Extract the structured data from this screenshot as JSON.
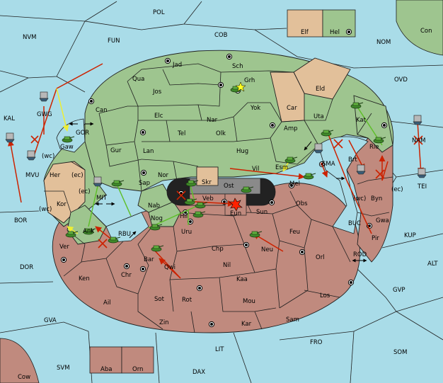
{
  "map": {
    "colors": {
      "water": "#a9dce8",
      "green": "#9ec58f",
      "red": "#c08a7e",
      "tan": "#e2c09a",
      "strait": "#222222",
      "ost": "#8a8a8a",
      "moveArrow": "#cc2200",
      "supportLine": "#5fbf2a",
      "convoyLine": "#eeee33"
    },
    "labels": {
      "pol": "POL",
      "fun": "FUN",
      "cob": "COB",
      "nvm": "NVM",
      "nom": "NOM",
      "con": "Con",
      "ovd": "OVD",
      "kal": "KAL",
      "bor": "BOR",
      "dor": "DOR",
      "gva": "GVA",
      "svm": "SVM",
      "lit": "LIT",
      "dax": "DAX",
      "fro": "FRO",
      "som": "SOM",
      "gvp": "GVP",
      "alt": "ALT",
      "kup": "KUP",
      "buc": "BUC",
      "rod": "ROD",
      "rbu": "RBU",
      "mit": "MIT",
      "gor": "GOR",
      "sma": "SMA",
      "nam": "NAM",
      "mvu": "MVU",
      "gwg": "GWG",
      "tei": "TEI",
      "cow": "Cow",
      "elf": "Elf",
      "hel": "Hel",
      "aba": "Aba",
      "orn": "Orn",
      "jad": "Jad",
      "sch": "Sch",
      "qua": "Qua",
      "jos": "Jos",
      "grh": "Grh",
      "eld": "Eld",
      "can": "Can",
      "car": "Car",
      "yok": "Yok",
      "elc": "Elc",
      "nar": "Nar",
      "uta": "Uta",
      "amp": "Amp",
      "kat": "Kat",
      "tel": "Tel",
      "olk": "Olk",
      "gur": "Gur",
      "lan": "Lan",
      "hug": "Hug",
      "gaw": "Gaw",
      "nor": "Nor",
      "vil": "Vil",
      "esm": "Esm",
      "brt": "Brt",
      "rie": "Rie",
      "sap": "Sap",
      "skr": "Skr",
      "ost": "Ost",
      "mel": "Mel",
      "her": "Her",
      "ec1": "(ec)",
      "wc1": "(wc)",
      "ec2": "(ec)",
      "wc2": "(wc)",
      "ec3": "(ec)",
      "wc3": "(wc)",
      "kor": "Kor",
      "nab": "Nab",
      "veb": "Veb",
      "eun": "Eun",
      "sun": "Sun",
      "obs": "Obs",
      "byn": "Byn",
      "gwa": "Gwa",
      "ank": "Ank",
      "nog": "Nog",
      "hil": "Hil",
      "uru": "Uru",
      "feu": "Feu",
      "pir": "Pir",
      "ver": "Ver",
      "chp": "Chp",
      "neu": "Neu",
      "orl": "Orl",
      "bar": "Bar",
      "qwi": "Qwi",
      "nil": "Nil",
      "ken": "Ken",
      "chr": "Chr",
      "kaa": "Kaa",
      "ail": "Ail",
      "sot": "Sot",
      "rot": "Rot",
      "mou": "Mou",
      "los": "Los",
      "zin": "Zin",
      "kar": "Kar",
      "sam": "Sam"
    }
  }
}
